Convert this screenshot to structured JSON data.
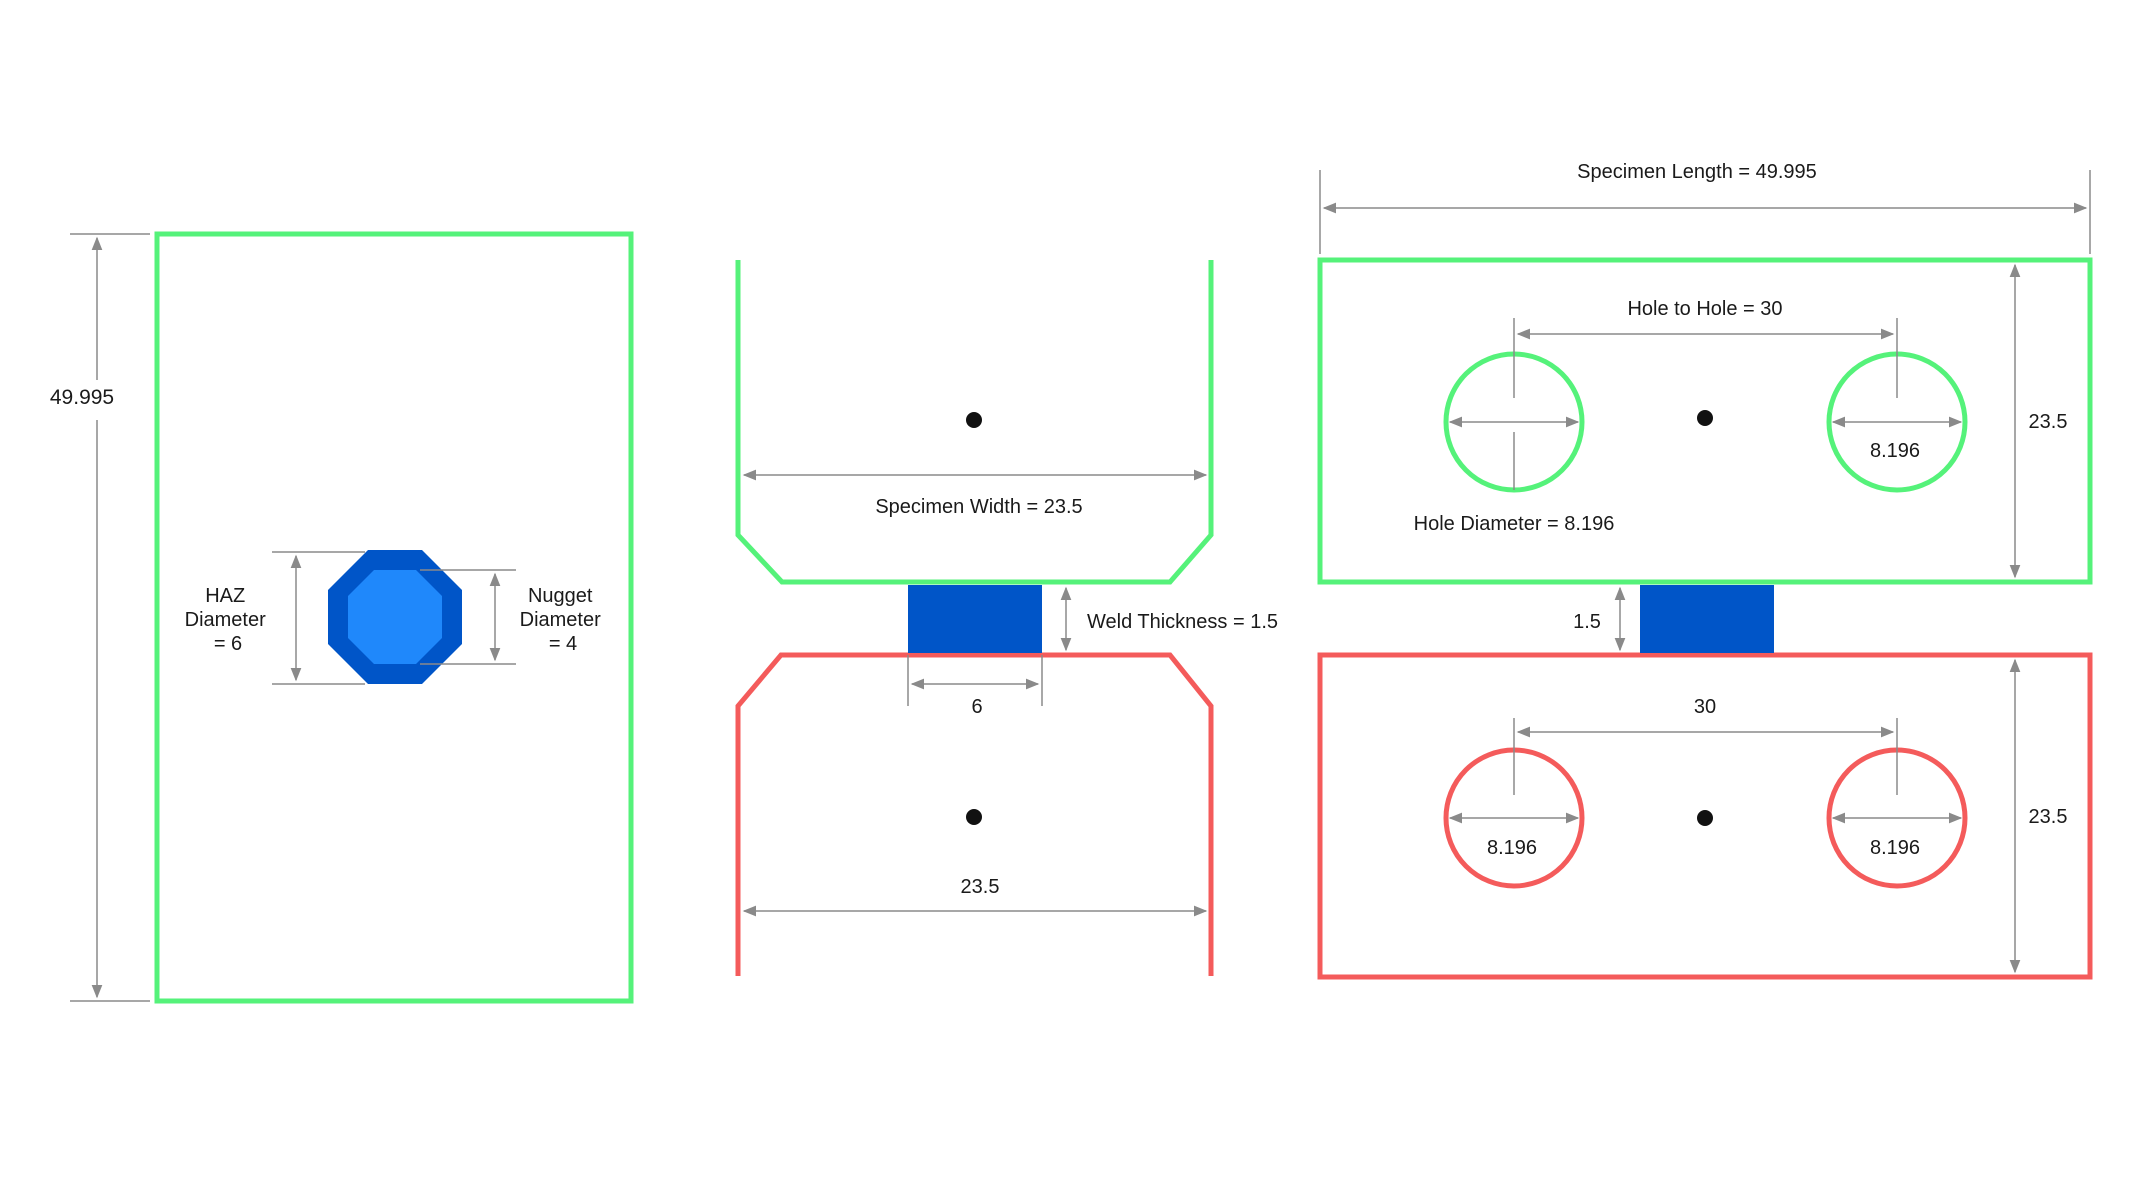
{
  "colors": {
    "upper_sheet": "#55f27a",
    "lower_sheet": "#f45b5b",
    "weld": "#0055c8",
    "nugget": "#1f88fb",
    "dimension": "#8a8a8a",
    "text": "#1a1a1a",
    "center_dot": "#111111"
  },
  "top_view": {
    "length_label": "49.995",
    "haz_label_lines": [
      "HAZ",
      "Diameter",
      "= 6"
    ],
    "nugget_label_lines": [
      "Nugget",
      "Diameter",
      "= 4"
    ]
  },
  "side_view": {
    "width_label": "Specimen Width = 23.5",
    "weld_thickness_label": "Weld Thickness = 1.5",
    "weld_width_label": "6",
    "lower_width_label": "23.5"
  },
  "end_view": {
    "length_label": "Specimen Length = 49.995",
    "upper_hole_to_hole_label": "Hole to Hole = 30",
    "upper_hole_diameter_label": "Hole Diameter = 8.196",
    "upper_right_hole_label": "8.196",
    "upper_height_label": "23.5",
    "gap_label": "1.5",
    "lower_hole_to_hole_label": "30",
    "lower_left_hole_label": "8.196",
    "lower_right_hole_label": "8.196",
    "lower_height_label": "23.5"
  }
}
